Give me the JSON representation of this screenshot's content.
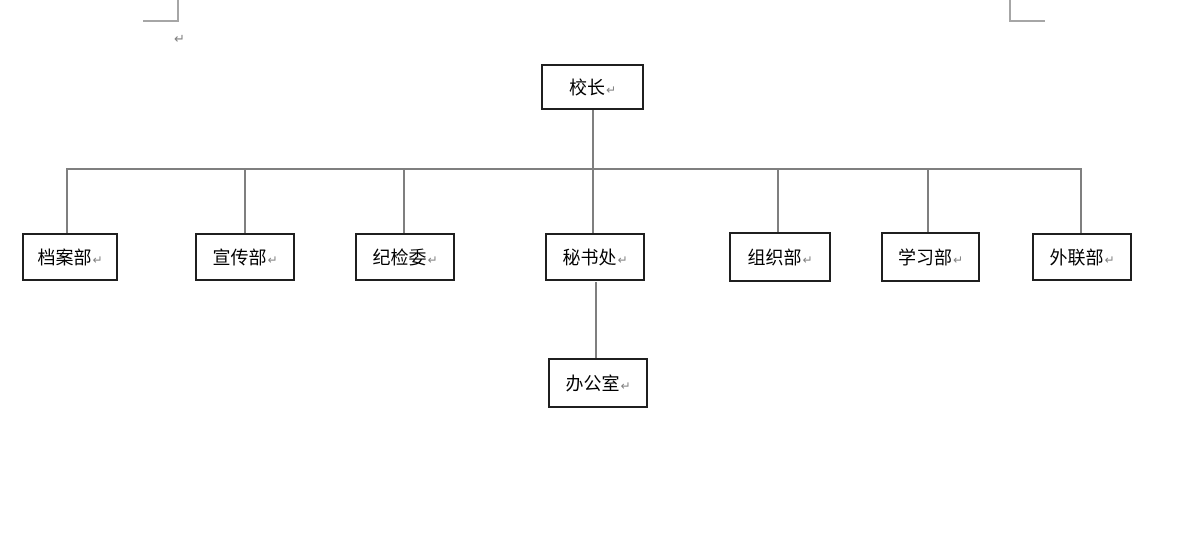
{
  "document": {
    "paragraph_mark": "↵",
    "line_break_mark": "↵"
  },
  "colors": {
    "box_border": "#1f1f1f",
    "connector_line": "#7f7f7f",
    "formatting_mark": "#808080",
    "text_boundary_mark": "#a6a6a6",
    "text": "#000000",
    "page_background": "#ffffff"
  },
  "org_chart": {
    "type": "organization-chart",
    "nodes": [
      {
        "id": "principal",
        "label": "校长",
        "parent": null
      },
      {
        "id": "archives",
        "label": "档案部",
        "parent": "校长"
      },
      {
        "id": "publicity",
        "label": "宣传部",
        "parent": "校长"
      },
      {
        "id": "discipline",
        "label": "纪检委",
        "parent": "校长"
      },
      {
        "id": "secretariat",
        "label": "秘书处",
        "parent": "校长"
      },
      {
        "id": "organization",
        "label": "组织部",
        "parent": "校长"
      },
      {
        "id": "study",
        "label": "学习部",
        "parent": "校长"
      },
      {
        "id": "external",
        "label": "外联部",
        "parent": "校长"
      },
      {
        "id": "office",
        "label": "办公室",
        "parent": "秘书处"
      }
    ]
  }
}
